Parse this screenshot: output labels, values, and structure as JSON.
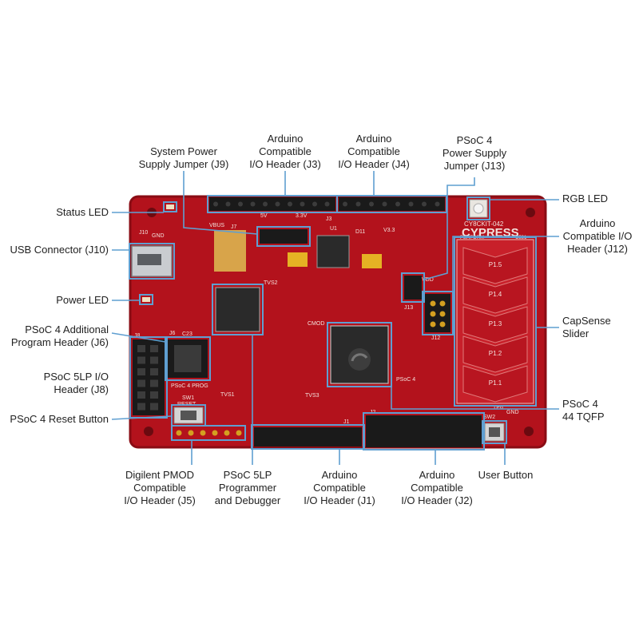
{
  "colors": {
    "board": "#b3121c",
    "board_dark": "#8a0c14",
    "header_black": "#1a1a1a",
    "callout_blue": "#5f9fd1",
    "chip": "#2a2a2a",
    "slider": "#c8202a"
  },
  "board": {
    "logo": "CYPRESS",
    "kit_id": "CY8CKIT-042",
    "slider_segments": [
      "P1.5",
      "P1.4",
      "P1.3",
      "P1.2",
      "P1.1"
    ],
    "silk": {
      "gnd_top_left": "GND",
      "j10": "J10",
      "vbus": "VBUS",
      "j7": "J7",
      "j3": "J3",
      "u1": "U1",
      "v33": "V3.3",
      "v5": "5V",
      "v33b": "3.3V",
      "d11": "D11",
      "sw1": "SW1",
      "reset": "RESET",
      "sw2": "SW2",
      "j1": "J1",
      "j2": "J2",
      "j6": "J6",
      "j8": "J8",
      "j13": "J13",
      "j12": "J12",
      "tp6": "TP6",
      "gnd_bottom_right": "GND",
      "vdd": "VDD",
      "psoc4": "PSoC 4",
      "psoc4_prog": "PSoC 4 PROG",
      "c23": "C23",
      "tvs1": "TVS1",
      "tvs2": "TVS2",
      "tvs3": "TVS3",
      "cmod": "CMOD",
      "perform": "PERFORM",
      "c531": "C531"
    }
  },
  "labels": {
    "status_led": "Status LED",
    "usb_connector": "USB Connector (J10)",
    "power_led": "Power LED",
    "psoc4_additional_program_header": "PSoC 4 Additional\nProgram Header (J6)",
    "psoc5lp_io_header": "PSoC 5LP I/O\nHeader (J8)",
    "psoc4_reset_button": "PSoC 4 Reset Button",
    "system_power_supply_jumper": "System Power\nSupply Jumper (J9)",
    "arduino_j3": "Arduino\nCompatible\nI/O Header (J3)",
    "arduino_j4": "Arduino\nCompatible\nI/O Header (J4)",
    "psoc4_power_supply_jumper": "PSoC 4\nPower Supply\nJumper (J13)",
    "rgb_led": "RGB LED",
    "arduino_j12": "Arduino\nCompatible I/O\nHeader (J12)",
    "capsense_slider": "CapSense\nSlider",
    "psoc4_44_tqfp": "PSoC 4\n44 TQFP",
    "digilent_pmod": "Digilent PMOD\nCompatible\nI/O Header (J5)",
    "psoc5lp_programmer": "PSoC 5LP\nProgrammer\nand Debugger",
    "arduino_j1": "Arduino\nCompatible\nI/O Header (J1)",
    "arduino_j2": "Arduino\nCompatible\nI/O Header (J2)",
    "user_button": "User Button"
  }
}
